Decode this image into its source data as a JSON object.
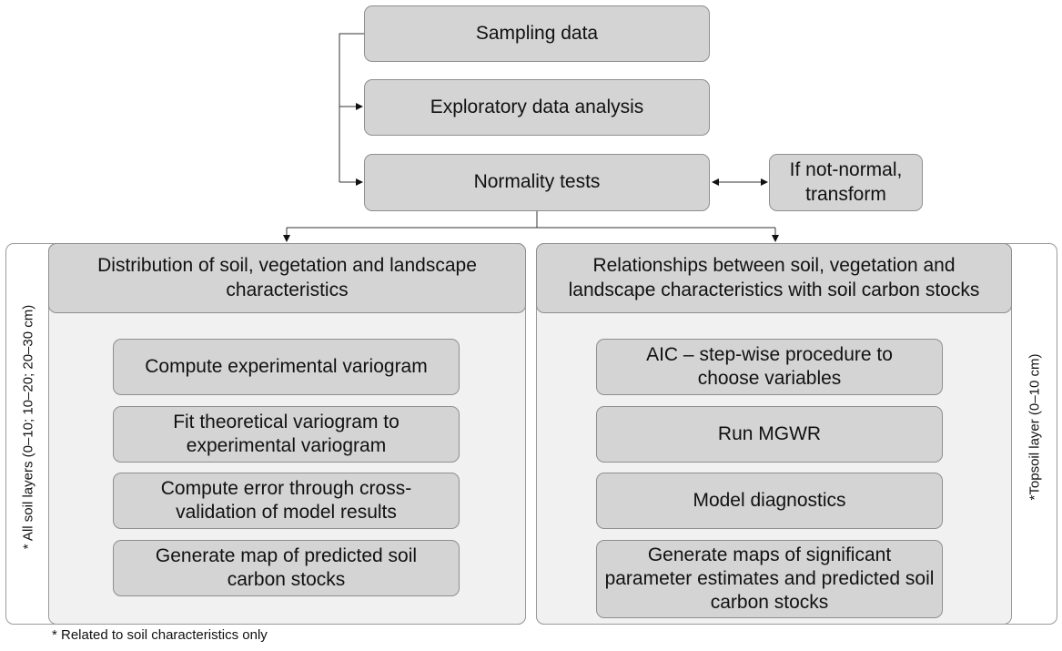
{
  "top_steps": {
    "sampling": "Sampling data",
    "eda": "Exploratory data analysis",
    "normality": "Normality tests",
    "transform": "If not-normal, transform"
  },
  "left_panel": {
    "side_label": "* All soil layers (0–10; 10–20; 20–30 cm)",
    "header": "Distribution of soil, vegetation and landscape characteristics",
    "steps": [
      "Compute experimental variogram",
      "Fit theoretical variogram to experimental variogram",
      "Compute error through cross-validation of model results",
      "Generate map of predicted soil carbon stocks"
    ]
  },
  "right_panel": {
    "side_label": "*Topsoil layer (0–10 cm)",
    "header": "Relationships between soil, vegetation and landscape characteristics with soil carbon stocks",
    "steps": [
      "AIC – step-wise procedure to choose variables",
      "Run MGWR",
      "Model diagnostics",
      "Generate maps of significant parameter estimates and predicted soil carbon stocks"
    ]
  },
  "footnote": "* Related to soil characteristics only"
}
